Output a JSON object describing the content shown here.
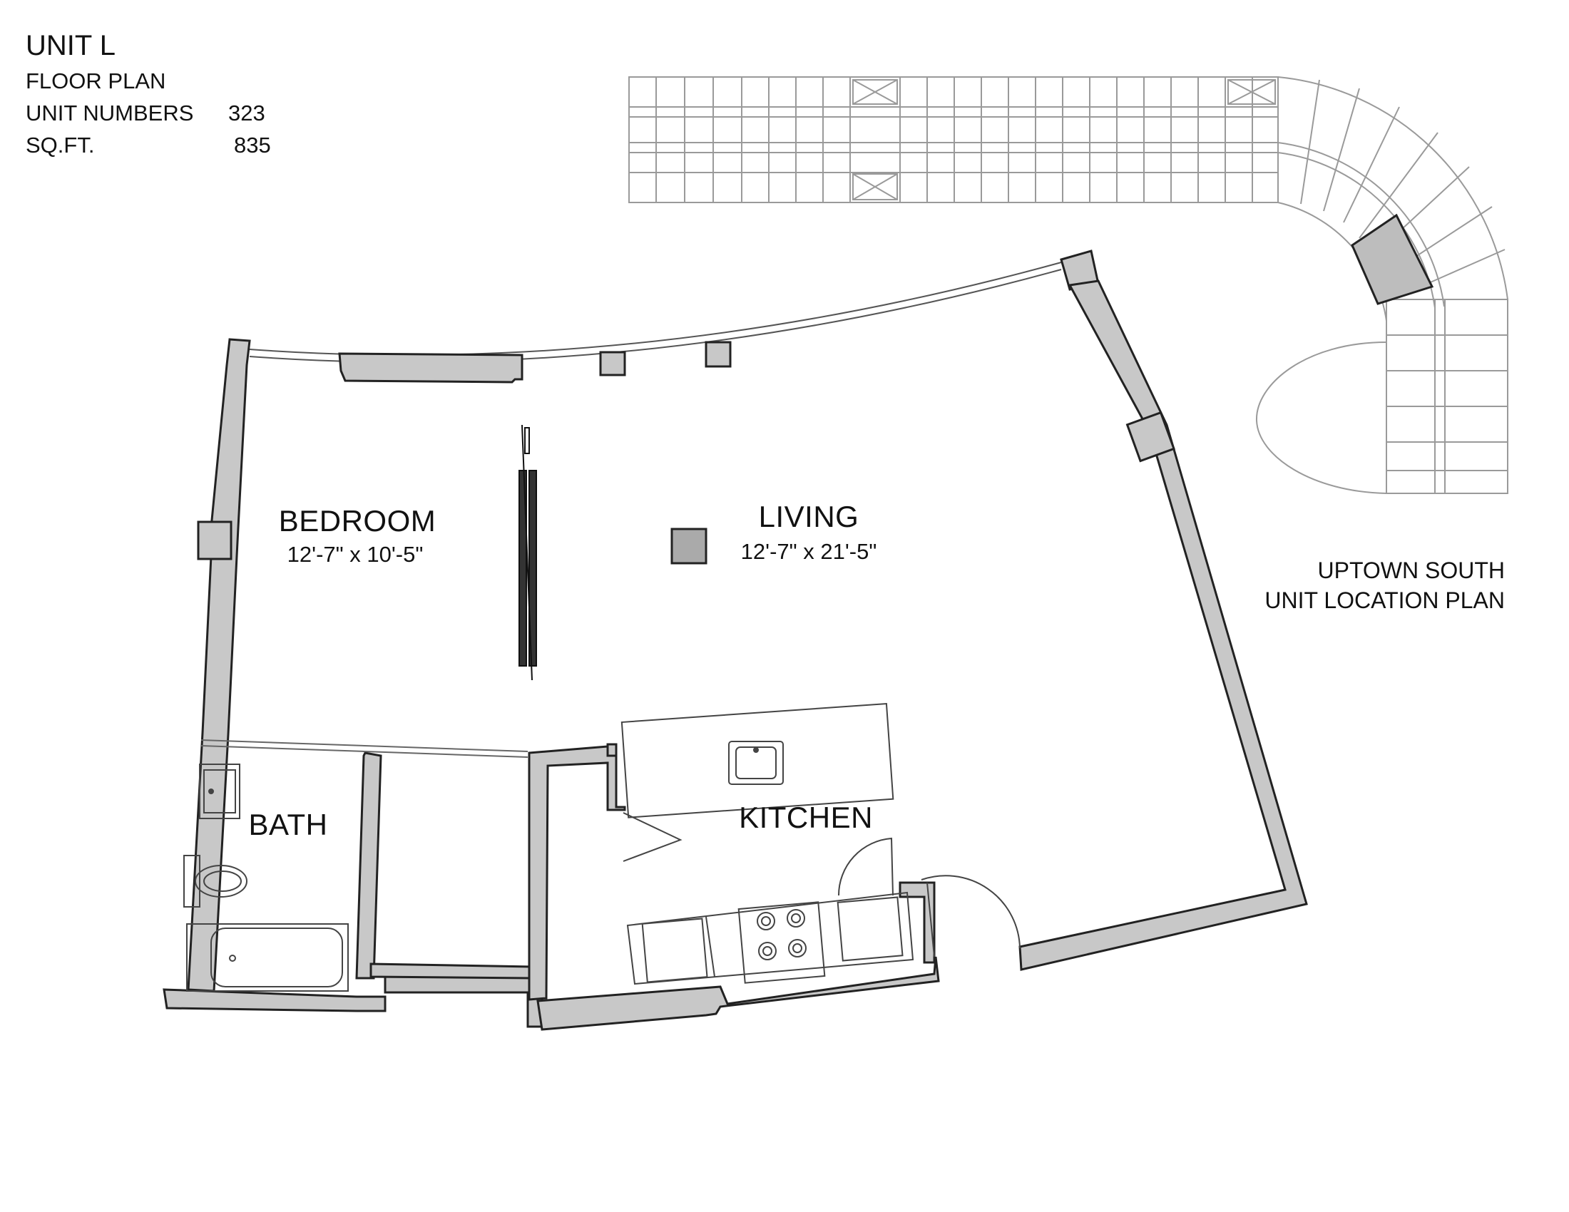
{
  "header": {
    "unit": "UNIT L",
    "plan_type": "FLOOR PLAN",
    "unit_numbers_label": "UNIT NUMBERS",
    "unit_numbers_value": "323",
    "sqft_label": "SQ.FT.",
    "sqft_value": "835"
  },
  "rooms": {
    "bedroom": {
      "name": "BEDROOM",
      "dimensions": "12'-7\" x 10'-5\""
    },
    "living": {
      "name": "LIVING",
      "dimensions": "12'-7\" x 21'-5\""
    },
    "bath": {
      "name": "BATH"
    },
    "kitchen": {
      "name": "KITCHEN"
    }
  },
  "location_plan": {
    "building": "UPTOWN SOUTH",
    "caption": "UNIT LOCATION PLAN"
  },
  "colors": {
    "wall_fill": "#c8c8c8",
    "outline": "#222222",
    "key_plan": "#9a9a9a"
  }
}
